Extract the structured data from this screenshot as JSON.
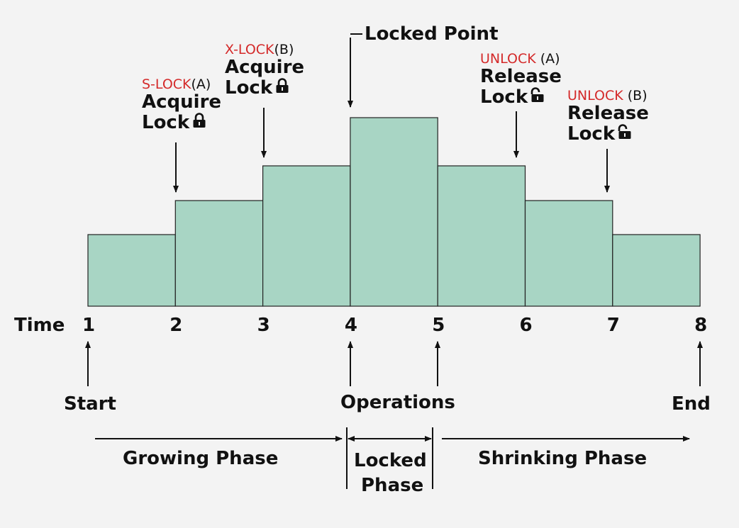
{
  "colors": {
    "background": "#f3f3f3",
    "bar_fill": "#a8d5c4",
    "bar_stroke": "#222222",
    "lock_red": "#d42a2a"
  },
  "time": {
    "label": "Time",
    "ticks": [
      "1",
      "2",
      "3",
      "4",
      "5",
      "6",
      "7",
      "8"
    ]
  },
  "bars": {
    "levels": [
      1,
      2,
      3,
      4,
      3,
      2,
      1
    ]
  },
  "annotations": {
    "slock_a": {
      "op": "S-LOCK",
      "arg": "(A)",
      "line1": "Acquire",
      "line2": "Lock",
      "icon": "lock-closed-icon"
    },
    "xlock_b": {
      "op": "X-LOCK",
      "arg": "(B)",
      "line1": "Acquire",
      "line2": "Lock",
      "icon": "lock-closed-icon"
    },
    "locked_point": "Locked Point",
    "unlock_a": {
      "op": "UNLOCK",
      "arg": " (A)",
      "line1": "Release",
      "line2": "Lock",
      "icon": "lock-open-icon"
    },
    "unlock_b": {
      "op": "UNLOCK",
      "arg": " (B)",
      "line1": "Release",
      "line2": "Lock",
      "icon": "lock-open-icon"
    }
  },
  "markers": {
    "start": "Start",
    "operations": "Operations",
    "end": "End"
  },
  "phases": {
    "growing": "Growing Phase",
    "locked_line1": "Locked",
    "locked_line2": "Phase",
    "shrinking": "Shrinking Phase"
  }
}
